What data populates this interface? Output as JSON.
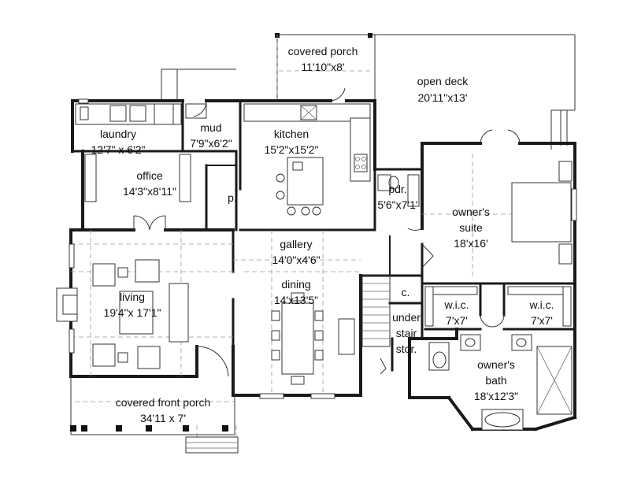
{
  "rooms": {
    "covered_porch": {
      "name": "covered porch",
      "size": "11'10\"x8'"
    },
    "open_deck": {
      "name": "open deck",
      "size": "20'11\"x13'"
    },
    "laundry": {
      "name": "laundry",
      "size": "12'7\" x 6'2\""
    },
    "mud": {
      "name": "mud",
      "size": "7'9\"x6'2\""
    },
    "kitchen": {
      "name": "kitchen",
      "size": "15'2\"x15'2\""
    },
    "office": {
      "name": "office",
      "size": "14'3\"x8'11\""
    },
    "pantry": {
      "name": "p."
    },
    "powder": {
      "name": "pdr.",
      "size": "5'6\"x7'1'"
    },
    "owners_suite": {
      "name": "owner's",
      "name2": "suite",
      "size": "18'x16'"
    },
    "gallery": {
      "name": "gallery",
      "size": "14'0\"x4'6\""
    },
    "closet": {
      "name": "c."
    },
    "wic_left": {
      "name": "w.i.c.",
      "size": "7'x7'"
    },
    "wic_right": {
      "name": "w.i.c.",
      "size": "7'x7'"
    },
    "living": {
      "name": "living",
      "size": "19'4\"x 17'1\""
    },
    "dining": {
      "name": "dining",
      "size": "14'x13'5\""
    },
    "under_stair": {
      "line1": "under",
      "line2": "stair",
      "line3": "stor."
    },
    "owners_bath": {
      "name": "owner's",
      "name2": "bath",
      "size": "18'x12'3\""
    },
    "front_porch": {
      "name": "covered front porch",
      "size": "34'11 x 7'"
    }
  }
}
